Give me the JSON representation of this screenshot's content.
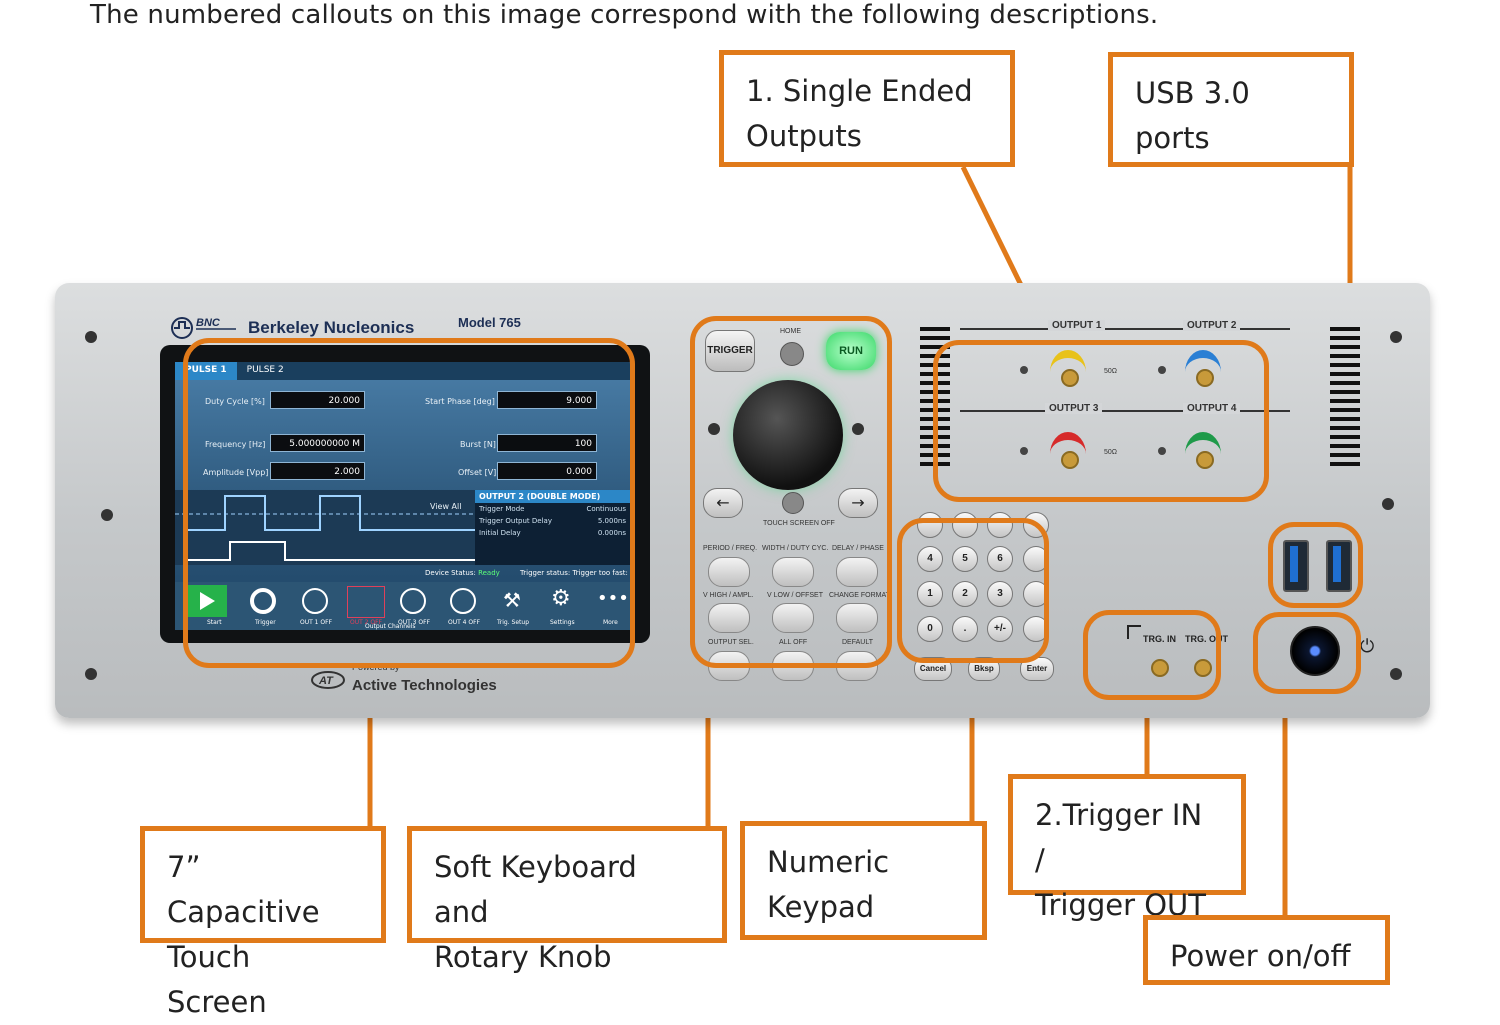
{
  "intro": "The numbered callouts on this image correspond with the following descriptions.",
  "callouts": {
    "single_ended": [
      "1. Single Ended",
      "Outputs"
    ],
    "usb": [
      "USB 3.0 ports"
    ],
    "touch_screen": [
      "7” Capacitive",
      "Touch Screen"
    ],
    "soft_keyboard": [
      "Soft Keyboard and",
      "Rotary Knob"
    ],
    "numeric_keypad": [
      "Numeric",
      "Keypad"
    ],
    "trigger": [
      "2.Trigger IN /",
      "Trigger OUT"
    ],
    "power": [
      "Power on/off"
    ]
  },
  "instrument": {
    "brand_logo": "BNC",
    "brand": "Berkeley Nucleonics",
    "model": "Model 765",
    "powered_by": "Powered by",
    "partner": "Active Technologies",
    "partner_logo": "AT",
    "buttons": {
      "trigger": "TRIGGER",
      "home": "HOME",
      "run": "RUN",
      "touch_screen_off": "TOUCH SCREEN OFF",
      "row1": [
        "PERIOD / FREQ.",
        "WIDTH / DUTY CYC.",
        "DELAY / PHASE"
      ],
      "row2": [
        "V HIGH / AMPL.",
        "V LOW / OFFSET",
        "CHANGE FORMAT"
      ],
      "row3": [
        "OUTPUT SEL.",
        "ALL OFF",
        "DEFAULT"
      ]
    },
    "keypad": [
      "4",
      "5",
      "6",
      "1",
      "2",
      "3",
      "0",
      ".",
      "+/-"
    ],
    "keypad_bottom": [
      "Cancel",
      "Bksp",
      "Enter"
    ],
    "outputs": [
      "OUTPUT 1",
      "OUTPUT 2",
      "OUTPUT 3",
      "OUTPUT 4"
    ],
    "impedance": "50Ω",
    "trg_in": "TRG. IN",
    "trg_out": "TRG. OUT",
    "colors": {
      "callout": "#e07a1a",
      "output1": "#e8c21a",
      "output2": "#2a7fd4",
      "output3": "#d62a2a",
      "output4": "#1f9a4a",
      "run": "#3bd86a",
      "power_led": "#3a6dff"
    }
  },
  "screen": {
    "tabs": [
      "PULSE 1",
      "PULSE 2"
    ],
    "fields": [
      {
        "label": "Duty Cycle [%]",
        "value": "20.000"
      },
      {
        "label": "Start Phase [deg]",
        "value": "9.000"
      },
      {
        "label": "Frequency [Hz]",
        "value": "5.000000000 M"
      },
      {
        "label": "Burst [N]",
        "value": "100"
      },
      {
        "label": "Amplitude [Vpp]",
        "value": "2.000"
      },
      {
        "label": "Offset [V]",
        "value": "0.000"
      }
    ],
    "panel_title": "OUTPUT 2 (DOUBLE MODE)",
    "panel_rows": [
      {
        "label": "Trigger Mode",
        "value": "Continuous"
      },
      {
        "label": "Trigger Output Delay",
        "value": "5.000ns"
      },
      {
        "label": "Initial Delay",
        "value": "0.000ns"
      }
    ],
    "view_all": "View All",
    "device_status_label": "Device Status:",
    "device_status": "Ready",
    "trigger_status": "Trigger status:",
    "trigger_fast": "Trigger too fast:",
    "bottom": [
      "Start",
      "Trigger",
      "OUT 1 OFF",
      "OUT 2 OFF",
      "OUT 3 OFF",
      "OUT 4 OFF",
      "Trig. Setup",
      "Settings",
      "More"
    ],
    "output_channels": "Output Channels"
  }
}
